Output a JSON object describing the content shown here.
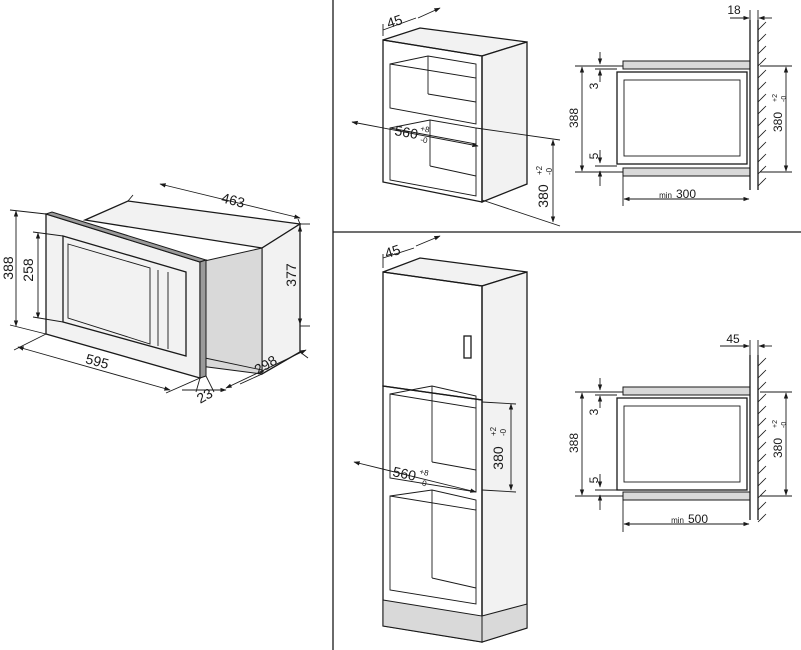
{
  "product_view": {
    "depth": "463",
    "outer_height": "388",
    "window_height": "258",
    "body_height": "377",
    "front_width": "595",
    "frame_depth": "23",
    "body_depth": "298"
  },
  "niche_top": {
    "top_depth": "45",
    "niche_width": {
      "value": "560",
      "tol_upper": "+8",
      "tol_lower": "-0"
    },
    "niche_height": {
      "value": "380",
      "tol_upper": "+2",
      "tol_lower": "-0"
    }
  },
  "section_top": {
    "panel_thickness": "18",
    "overall_height": "388",
    "gap_top": "3",
    "gap_bottom": "5",
    "niche_height": {
      "value": "380",
      "tol_upper": "+2",
      "tol_lower": "-0"
    },
    "min_depth": {
      "prefix": "min",
      "value": "300"
    }
  },
  "niche_bottom": {
    "top_depth": "45",
    "niche_width": {
      "value": "560",
      "tol_upper": "+8",
      "tol_lower": "-0"
    },
    "niche_height": {
      "value": "380",
      "tol_upper": "+2",
      "tol_lower": "-0"
    }
  },
  "section_bottom": {
    "panel_thickness": "45",
    "overall_height": "388",
    "gap_top": "3",
    "gap_bottom": "5",
    "niche_height": {
      "value": "380",
      "tol_upper": "+2",
      "tol_lower": "-0"
    },
    "min_depth": {
      "prefix": "min",
      "value": "500"
    }
  }
}
